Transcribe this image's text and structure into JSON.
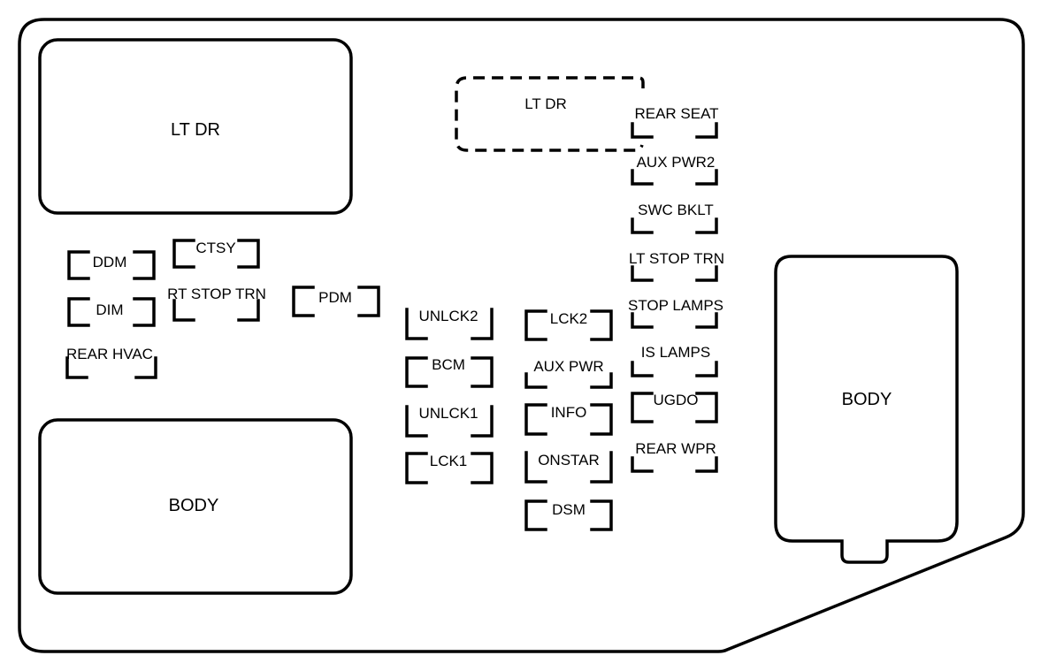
{
  "title": "Fuse Block Diagram",
  "colors": {
    "stroke": "#000000",
    "background": "#ffffff"
  },
  "relays": {
    "lt_dr_top": "LT DR",
    "body_bottom": "BODY",
    "body_right": "BODY",
    "lt_dr_dashed": "LT DR"
  },
  "fuses": [
    {
      "id": "ddm",
      "label": "DDM"
    },
    {
      "id": "ctsy",
      "label": "CTSY"
    },
    {
      "id": "dim",
      "label": "DIM"
    },
    {
      "id": "rt-stop-trn",
      "label": "RT STOP TRN"
    },
    {
      "id": "pdm",
      "label": "PDM"
    },
    {
      "id": "rear-hvac",
      "label": "REAR HVAC"
    },
    {
      "id": "unlck2",
      "label": "UNLCK2"
    },
    {
      "id": "bcm",
      "label": "BCM"
    },
    {
      "id": "unlck1",
      "label": "UNLCK1"
    },
    {
      "id": "lck1",
      "label": "LCK1"
    },
    {
      "id": "lck2",
      "label": "LCK2"
    },
    {
      "id": "aux-pwr",
      "label": "AUX PWR"
    },
    {
      "id": "info",
      "label": "INFO"
    },
    {
      "id": "onstar",
      "label": "ONSTAR"
    },
    {
      "id": "dsm",
      "label": "DSM"
    },
    {
      "id": "rear-seat",
      "label": "REAR SEAT"
    },
    {
      "id": "aux-pwr2",
      "label": "AUX PWR2"
    },
    {
      "id": "swc-bklt",
      "label": "SWC BKLT"
    },
    {
      "id": "lt-stop-trn",
      "label": "LT STOP TRN"
    },
    {
      "id": "stop-lamps",
      "label": "STOP LAMPS"
    },
    {
      "id": "is-lamps",
      "label": "IS LAMPS"
    },
    {
      "id": "ugdo",
      "label": "UGDO"
    },
    {
      "id": "rear-wpr",
      "label": "REAR WPR"
    }
  ]
}
